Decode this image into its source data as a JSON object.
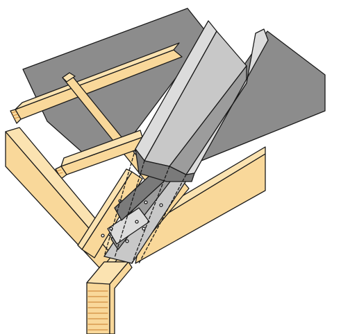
{
  "figure": {
    "kind": "technical-illustration",
    "subject": "roof-valley-flashing",
    "labels": []
  },
  "colors": {
    "background": "#ffffff",
    "outline": "#1a1a1a",
    "roof_sheet": "#8c8c8c",
    "timber": "#f9d89a",
    "timber_top": "#fbe3b1",
    "timber_grain": "#c77a28",
    "flashing_light": "#dcdcdc",
    "flashing_mid": "#c8c8c8",
    "flashing_dark": "#9c9c9c",
    "flashing_deep": "#7a7a7a"
  },
  "icons": [
    "roof-underlay-sheet",
    "batten",
    "valley-board",
    "rafter",
    "valley-flashing"
  ]
}
